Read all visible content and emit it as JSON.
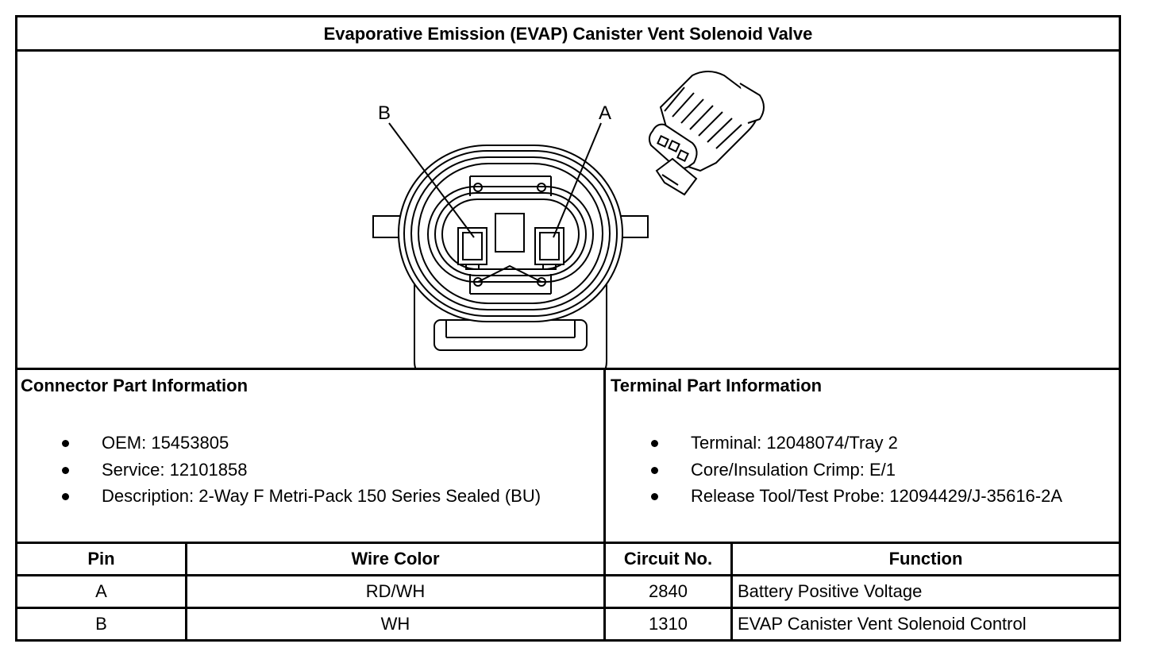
{
  "title": "Evaporative Emission (EVAP) Canister Vent Solenoid Valve",
  "diagram": {
    "pin_labels": [
      "B",
      "A"
    ]
  },
  "connector_info": {
    "heading": "Connector Part Information",
    "items": [
      "OEM: 15453805",
      "Service: 12101858",
      "Description: 2-Way F Metri-Pack 150 Series Sealed (BU)"
    ]
  },
  "terminal_info": {
    "heading": "Terminal Part Information",
    "items": [
      "Terminal: 12048074/Tray 2",
      "Core/Insulation Crimp: E/1",
      "Release Tool/Test Probe: 12094429/J-35616-2A"
    ]
  },
  "pin_table": {
    "headers": [
      "Pin",
      "Wire Color",
      "Circuit No.",
      "Function"
    ],
    "rows": [
      [
        "A",
        "RD/WH",
        "2840",
        "Battery Positive Voltage"
      ],
      [
        "B",
        "WH",
        "1310",
        "EVAP Canister Vent Solenoid Control"
      ]
    ]
  }
}
